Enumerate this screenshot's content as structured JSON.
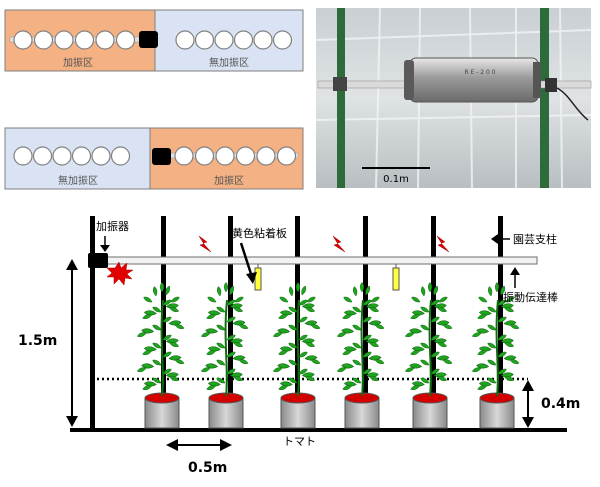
{
  "panels": {
    "top": {
      "left_zone_label": "加振区",
      "right_zone_label": "無加振区"
    },
    "bottom": {
      "left_zone_label": "無加振区",
      "right_zone_label": "加振区"
    },
    "colors": {
      "vibration_zone": "#f4b183",
      "no_vibration_zone": "#dae3f3"
    }
  },
  "photo": {
    "scale_label": "0.1m"
  },
  "diagram": {
    "vibrator_label": "加振器",
    "sticky_trap_label": "黄色粘着板",
    "horticulture_pole_label": "園芸支柱",
    "vibration_rod_label": "振動伝達棒",
    "plant_label": "トマト",
    "height_label": "1.5m",
    "spacing_label": "0.5m",
    "pot_height_label": "0.4m"
  }
}
